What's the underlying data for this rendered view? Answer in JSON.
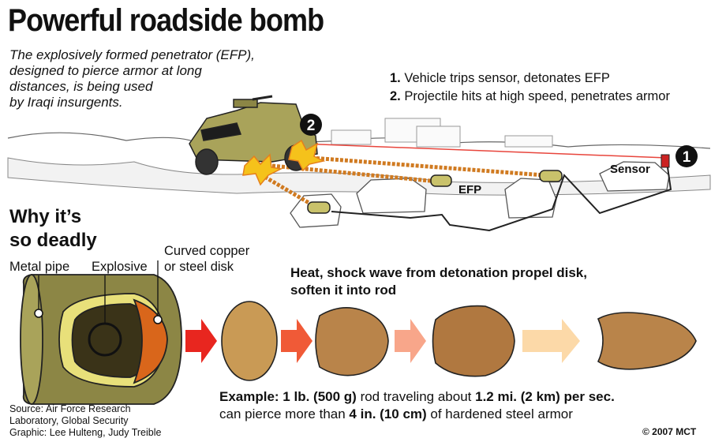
{
  "title": "Powerful roadside bomb",
  "intro": [
    "The explosively formed penetrator (EFP),",
    "designed to pierce armor at long",
    "distances, is being used",
    "by Iraqi insurgents."
  ],
  "steps": [
    {
      "num": "1.",
      "text": "Vehicle trips sensor, detonates EFP"
    },
    {
      "num": "2.",
      "text": "Projectile hits at high speed, penetrates armor"
    }
  ],
  "markers": {
    "one": "1",
    "two": "2"
  },
  "scene_labels": {
    "efp": "EFP",
    "sensor": "Sensor"
  },
  "why": {
    "line1": "Why it’s",
    "line2": "so deadly"
  },
  "parts": {
    "pipe": "Metal pipe",
    "explosive": "Explosive",
    "disk_line1": "Curved copper",
    "disk_line2": "or steel disk"
  },
  "heat": {
    "line1": "Heat, shock wave from detonation propel disk,",
    "line2": "soften it into rod"
  },
  "example": {
    "a": "Example: 1 lb. (500 g)",
    "b": " rod traveling about ",
    "c": "1.2 mi. (2 km) per sec.",
    "d": "can pierce more than ",
    "e": "4 in. (10 cm)",
    "f": " of hardened steel armor"
  },
  "source": [
    "Source: Air Force Research",
    "Laboratory, Global Security",
    "Graphic: Lee Hulteng, Judy Treible"
  ],
  "copyright": "© 2007 MCT",
  "colors": {
    "humvee": "#a9a35a",
    "laser": "#e8453c",
    "fire": "#f5c21b",
    "disk": "#c99a55",
    "arrow_strong": "#e8261f",
    "arrow_light": "#fcd9a8"
  }
}
